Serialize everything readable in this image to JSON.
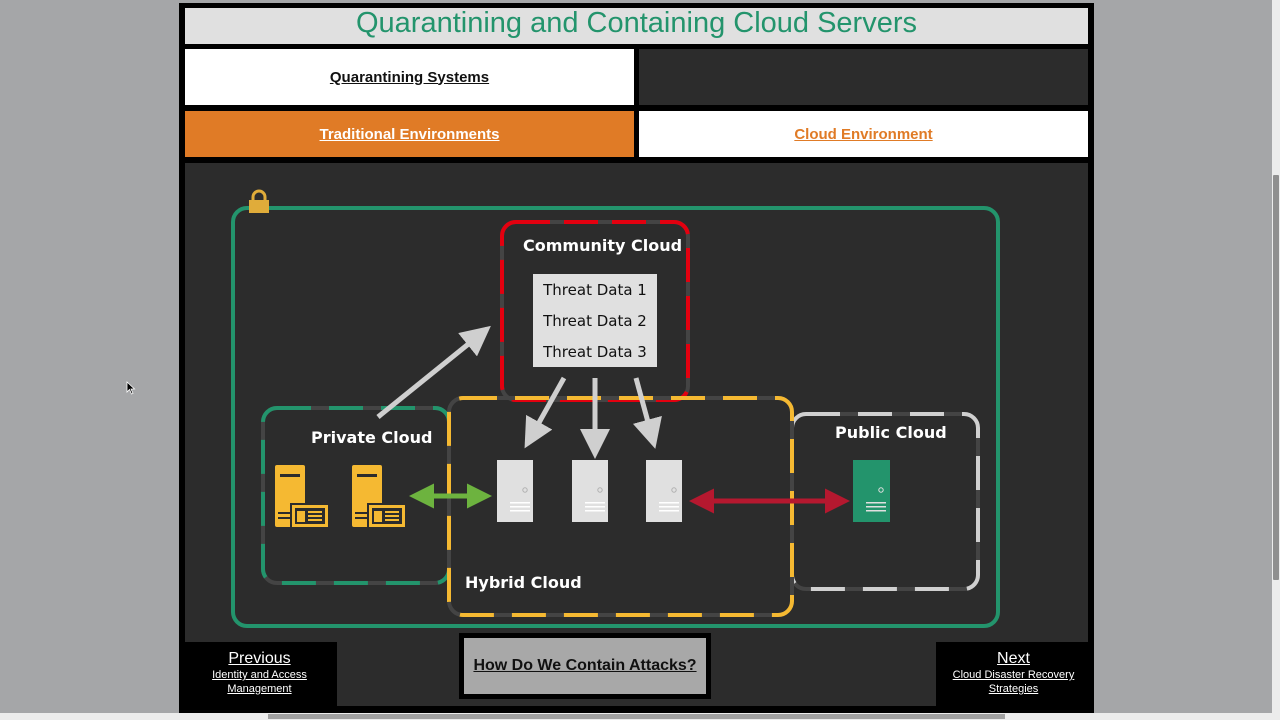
{
  "page": {
    "title": "Quarantining and Containing Cloud Servers"
  },
  "tiles": {
    "quarantining": "Quarantining Systems",
    "traditional": "Traditional Environments",
    "cloud": "Cloud Environment"
  },
  "diagram": {
    "community_cloud": "Community  Cloud",
    "threat_data": [
      "Threat Data 1",
      "Threat Data 2",
      "Threat Data 3"
    ],
    "private_cloud": "Private Cloud",
    "hybrid_cloud": "Hybrid Cloud",
    "public_cloud": "Public Cloud",
    "icons": {
      "lock": "lock-icon",
      "private_servers": "server-with-monitor-icon",
      "hybrid_servers": "server-tower-icon",
      "public_server": "server-tower-icon"
    },
    "colors": {
      "outer_boundary": "#23946c",
      "community": "#e3000f",
      "private": "#23946c",
      "hybrid": "#f5b932",
      "public": "#d0d0d0",
      "green_arrow": "#6db33f",
      "red_arrow": "#b5182f",
      "gray_arrow": "#cfcfcf",
      "lock": "#e0ac3a"
    }
  },
  "nav": {
    "previous_label": "Previous",
    "previous_topic": "Identity and Access Management",
    "next_label": "Next",
    "next_topic": "Cloud Disaster Recovery Strategies",
    "center_button": "How Do We Contain Attacks?"
  },
  "colors": {
    "accent_orange": "#e07b26",
    "title_green": "#23946c",
    "stage_bg": "#2c2c2c"
  }
}
